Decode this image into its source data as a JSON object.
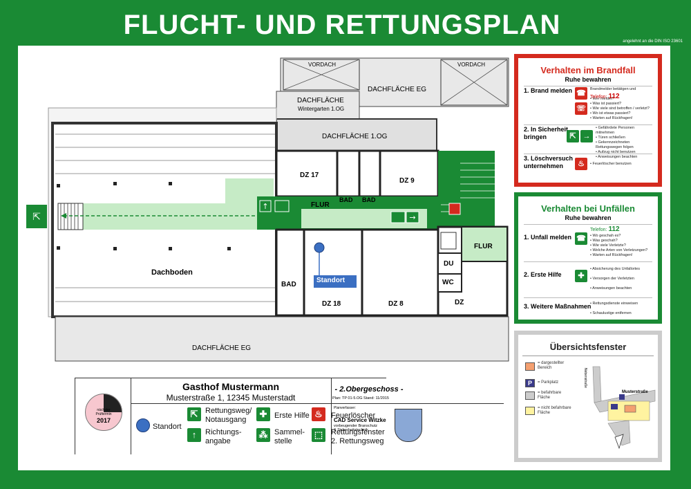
{
  "header": {
    "title": "FLUCHT- UND RETTUNGSPLAN",
    "norm": "angelehnt an die DIN ISO 23601"
  },
  "plan": {
    "rooms": {
      "vordach_left": "VORDACH",
      "vordach_right": "VORDACH",
      "dach_eg_top": "DACHFLÄCHE EG",
      "dach_wintergarten_1": "DACHFLÄCHE",
      "dach_wintergarten_2": "Wintergarten 1.OG",
      "dach_1og": "DACHFLÄCHE 1.OG",
      "dz17": "DZ 17",
      "dz9": "DZ 9",
      "bad1": "BAD",
      "bad2": "BAD",
      "flur_left": "FLUR",
      "flur_right": "FLUR",
      "dachboden": "Dachboden",
      "bad3": "BAD",
      "dz18": "DZ 18",
      "dz8": "DZ 8",
      "du": "DU",
      "wc": "WC",
      "dz": "DZ",
      "dach_eg_bottom": "DACHFLÄCHE EG"
    },
    "standort_label": "Standort"
  },
  "brandfall": {
    "title": "Verhalten im Brandfall",
    "sub": "Ruhe bewahren",
    "steps": [
      {
        "label": "1. Brand melden",
        "tel_label": "Telefon:",
        "tel": "112",
        "lines": "Brandmelder betätigen und\n\n• Wer meldet?\n• Was ist passiert?\n• Wie viele sind betroffen / verletzt?\n• Wo ist etwas passiert?\n• Warten auf Rückfragen!"
      },
      {
        "label": "2. In Sicherheit\nbringen",
        "lines": "• Gefährdete Personen mitnehmen\n• Türen schließen\n• Gekennzeichneten\n  Rettungswegen folgen\n• Aufzug nicht benutzen\n• Anweisungen beachten"
      },
      {
        "label": "3. Löschversuch\nunternehmen",
        "lines": "• Feuerlöscher benutzen"
      }
    ]
  },
  "unfall": {
    "title": "Verhalten bei Unfällen",
    "sub": "Ruhe bewahren",
    "steps": [
      {
        "label": "1. Unfall melden",
        "tel_label": "Telefon:",
        "tel": "112",
        "lines": "• Wo geschah es?\n• Was geschah?\n• Wie viele Verletzte?\n• Welche Arten von Verletzungen?\n• Warten auf Rückfragen!"
      },
      {
        "label": "2. Erste Hilfe",
        "lines": "• Absicherung des Unfallortes\n\n• Versorgen der Verletzten\n\n• Anweisungen beachten"
      },
      {
        "label": "3. Weitere Maßnahmen",
        "lines": "• Rettungsdienste einweisen\n\n• Schaulustige entfernen"
      }
    ]
  },
  "overview": {
    "title": "Übersichtsfenster",
    "items": [
      {
        "label": "= dargestellter\nBereich",
        "color": "#f4a070"
      },
      {
        "label": "= Parkplatz",
        "color": "#3a3a8a"
      },
      {
        "label": "= befahrbare\nFläche",
        "color": "#cccccc"
      },
      {
        "label": "= nicht befahrbare\nFläche",
        "color": "#fff3a0"
      }
    ],
    "street_label": "Musterstraße",
    "side_street": "Nebenstraße",
    "park_letter": "P"
  },
  "infobox": {
    "name": "Gasthof Mustermann",
    "address": "Musterstraße 1, 12345 Musterstadt",
    "floor": "- 2.Obergeschoss -",
    "plan_no": "Plan: TP 01-5.OG   Stand: 11/2015",
    "planverfasser": "Planverfasser:",
    "company": "CAD Service Witzke",
    "company_sub1": "vorbeugender Branschutz",
    "company_sub2": "& Sicherheitstechnik",
    "pruef_1": "nächster",
    "pruef_2": "Prüftermin",
    "pruef_year": "2017"
  },
  "legend": {
    "standort": "Standort",
    "rettungsweg": "Rettungsweg/\nNotausgang",
    "richtung": "Richtungs-\nangabe",
    "erste_hilfe": "Erste Hilfe",
    "sammelstelle": "Sammel-\nstelle",
    "feuerloescher": "Feuerlöscher",
    "rettungsfenster": "Rettungsfenster\n2. Rettungsweg"
  },
  "colors": {
    "green": "#1a8a34",
    "red": "#d42a1e",
    "blue": "#3b6fc2",
    "escape": "#c6ebc6"
  }
}
